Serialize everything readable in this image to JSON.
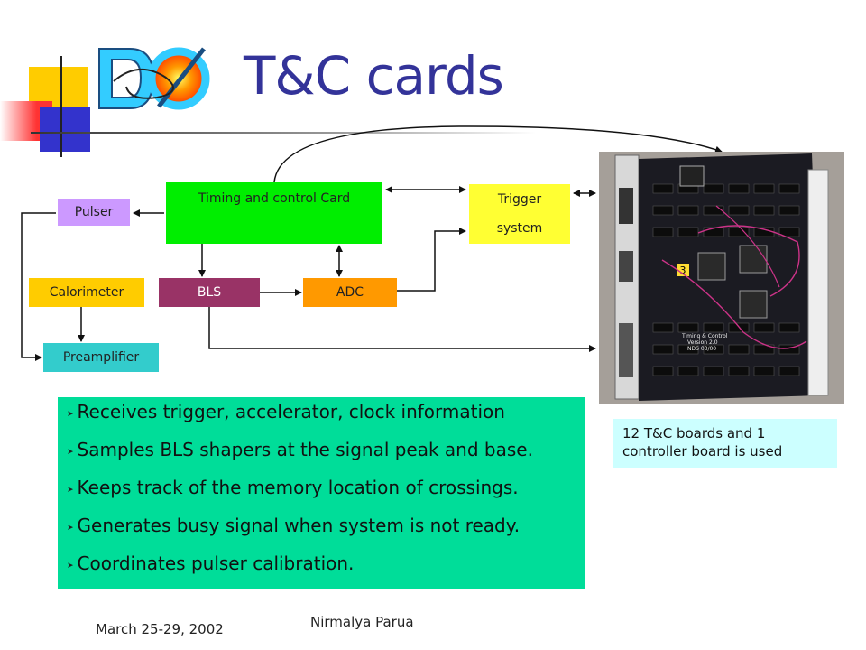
{
  "slide": {
    "title": "T&C cards",
    "logo_text": "DØ"
  },
  "diagram": {
    "timing_card": "Timing and control Card",
    "trigger_line1": "Trigger",
    "trigger_line2": "system",
    "pulser": "Pulser",
    "calorimeter": "Calorimeter",
    "bls": "BLS",
    "adc": "ADC",
    "preamplifier": "Preamplifier"
  },
  "bullets": [
    "Receives trigger, accelerator, clock information",
    "Samples BLS shapers at the signal peak and base.",
    "Keeps track of the memory location of crossings.",
    "Generates busy signal when system is not ready.",
    "Coordinates pulser calibration."
  ],
  "photo": {
    "board_label_line1": "Timing & Control",
    "board_label_line2": "Version 2.0",
    "board_label_line3": "NDS 03/00",
    "board_number": "3"
  },
  "note": {
    "line1": "12 T&C boards and 1",
    "line2": "controller board is used"
  },
  "footer": {
    "date": "March 25-29, 2002",
    "author": "Nirmalya Parua"
  },
  "colors": {
    "title": "#333399",
    "timing_card": "#00ee00",
    "trigger": "#ffff33",
    "pulser": "#cc99ff",
    "calorimeter": "#ffcc00",
    "bls": "#993366",
    "adc": "#ff9900",
    "preamplifier": "#33cccc",
    "bullets_bg": "#00dd99",
    "note_bg": "#ccffff"
  }
}
